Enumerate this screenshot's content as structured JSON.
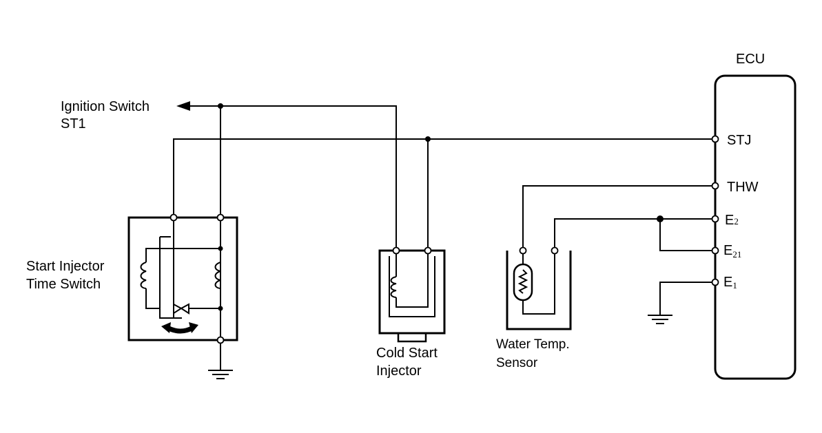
{
  "ecu": {
    "title": "ECU",
    "pins": [
      {
        "name": "STJ",
        "sub": ""
      },
      {
        "name": "THW",
        "sub": ""
      },
      {
        "name": "E",
        "sub": "2"
      },
      {
        "name": "E",
        "sub": "21"
      },
      {
        "name": "E",
        "sub": "1"
      }
    ]
  },
  "ignition": {
    "line1": "Ignition Switch",
    "line2": "ST1"
  },
  "time_switch": {
    "line1": "Start Injector",
    "line2": "Time Switch"
  },
  "cold_start": {
    "line1": "Cold Start",
    "line2": "Injector"
  },
  "water_temp": {
    "line1": "Water Temp.",
    "line2": "Sensor"
  }
}
